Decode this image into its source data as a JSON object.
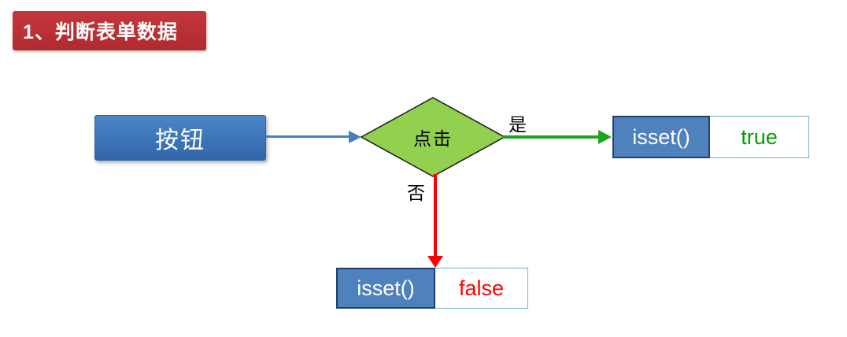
{
  "slide": {
    "title": "1、判断表单数据"
  },
  "flowchart": {
    "start_button": {
      "label": "按钮"
    },
    "decision": {
      "label": "点击"
    },
    "branches": {
      "yes": {
        "label": "是",
        "target": {
          "function": "isset()",
          "result": "true"
        }
      },
      "no": {
        "label": "否",
        "target": {
          "function": "isset()",
          "result": "false"
        }
      }
    }
  },
  "colors": {
    "banner_red": "#BE2E34",
    "button_blue": "#3C74B9",
    "arrow_blue": "#4A7EBB",
    "diamond_green": "#92D050",
    "arrow_green": "#1FA41F",
    "arrow_red": "#FF0000",
    "cell_blue": "#4F81BD",
    "true_text_green": "#00A000",
    "false_text_red": "#FF0000",
    "result_cell_border": "#74B3C9"
  }
}
